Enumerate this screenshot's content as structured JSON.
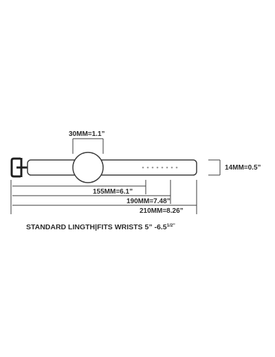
{
  "dimensions": {
    "face_diameter": "30MM=1.1”",
    "band_width": "14MM=0.5”",
    "length_short": "155MM=6.1”",
    "length_medium": "190MM=7.48”",
    "length_long": "210MM=8.26”"
  },
  "caption": {
    "text": "STANDARD LINGTH|FITS WRISTS 5” -6.5",
    "superscript": "1/2”"
  },
  "colors": {
    "line": "#3a3a3a",
    "buckle": "#1e1e1e",
    "holes": "#9a9a9a",
    "text": "#2b2b2b"
  }
}
